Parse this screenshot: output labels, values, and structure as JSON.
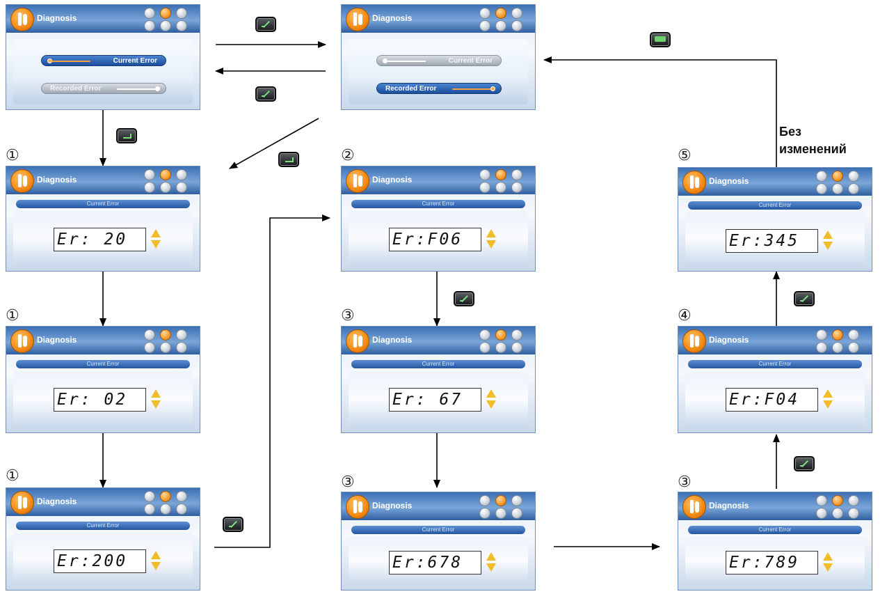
{
  "screen_title": "Diagnosis",
  "menu": {
    "current_error": "Current Error",
    "recorded_error": "Recorded Error"
  },
  "error_bar_label": "Current Error",
  "steps": {
    "s1": "①",
    "s2": "②",
    "s3": "③",
    "s4": "④",
    "s5": "⑤"
  },
  "codes": {
    "c1": "Er: 20",
    "c2": "Er: 02",
    "c3": "Er:200",
    "c4": "Er:F06",
    "c5": "Er: 67",
    "c6": "Er:678",
    "c7": "Er:789",
    "c8": "Er:F04",
    "c9": "Er:345"
  },
  "note": {
    "line1": "Без",
    "line2": "изменений"
  },
  "colors": {
    "header_blue": "#3c6fb4",
    "accent_orange": "#f59a2a",
    "arrow_yellow": "#f2bb28",
    "key_green": "#7be07b"
  }
}
